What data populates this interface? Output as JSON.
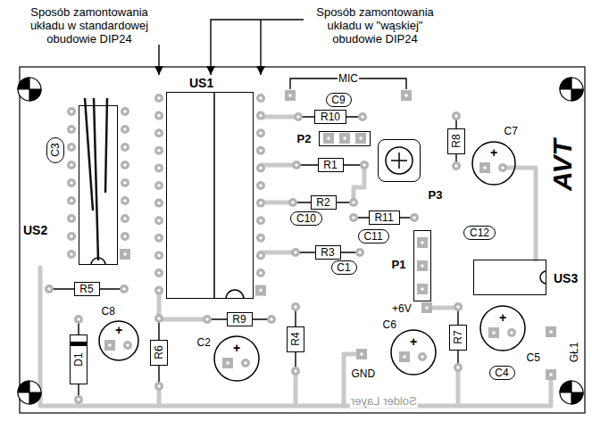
{
  "diagram": {
    "nodes": [
      {
        "text": [
          "US1"
        ]
      },
      {
        "text": [
          "C9"
        ]
      },
      {
        "text": [
          "R10"
        ]
      },
      {
        "text": [
          "P2"
        ]
      },
      {
        "text": [
          "R8"
        ]
      },
      {
        "text": [
          "C7",
          "+"
        ]
      },
      {
        "text": [
          "C3"
        ]
      },
      {
        "text": [
          "US2"
        ]
      },
      {
        "text": [
          "R1"
        ]
      },
      {
        "text": [
          "P3"
        ]
      },
      {
        "text": [
          "R2"
        ]
      },
      {
        "text": [
          "C10"
        ]
      },
      {
        "text": [
          "R11"
        ]
      },
      {
        "text": [
          "C11"
        ]
      },
      {
        "text": [
          "C12"
        ]
      },
      {
        "text": [
          "R3"
        ]
      },
      {
        "text": [
          "P1"
        ]
      },
      {
        "text": [
          "C1"
        ]
      },
      {
        "text": [
          "US3"
        ]
      },
      {
        "text": [
          "R5"
        ]
      },
      {
        "text": [
          "R9"
        ]
      },
      {
        "text": [
          "C8",
          "+"
        ]
      },
      {
        "text": [
          "D1"
        ]
      },
      {
        "text": [
          "R6"
        ]
      },
      {
        "text": [
          "C2",
          "+"
        ]
      },
      {
        "text": [
          "R4"
        ]
      },
      {
        "text": [
          "C6",
          "+"
        ]
      },
      {
        "text": [
          "R7"
        ]
      },
      {
        "text": [
          "C5",
          "+"
        ]
      },
      {
        "text": [
          "C4"
        ]
      }
    ],
    "labels": [
      "Sposób zamontowania układu w standardowej obudowie DIP24",
      "Sposób zamontowania układu w \"wąskiej\" obudowie DIP24",
      "MIC",
      "+6V",
      "GND",
      "GŁ1",
      "AVT",
      "Solder Layer"
    ]
  }
}
